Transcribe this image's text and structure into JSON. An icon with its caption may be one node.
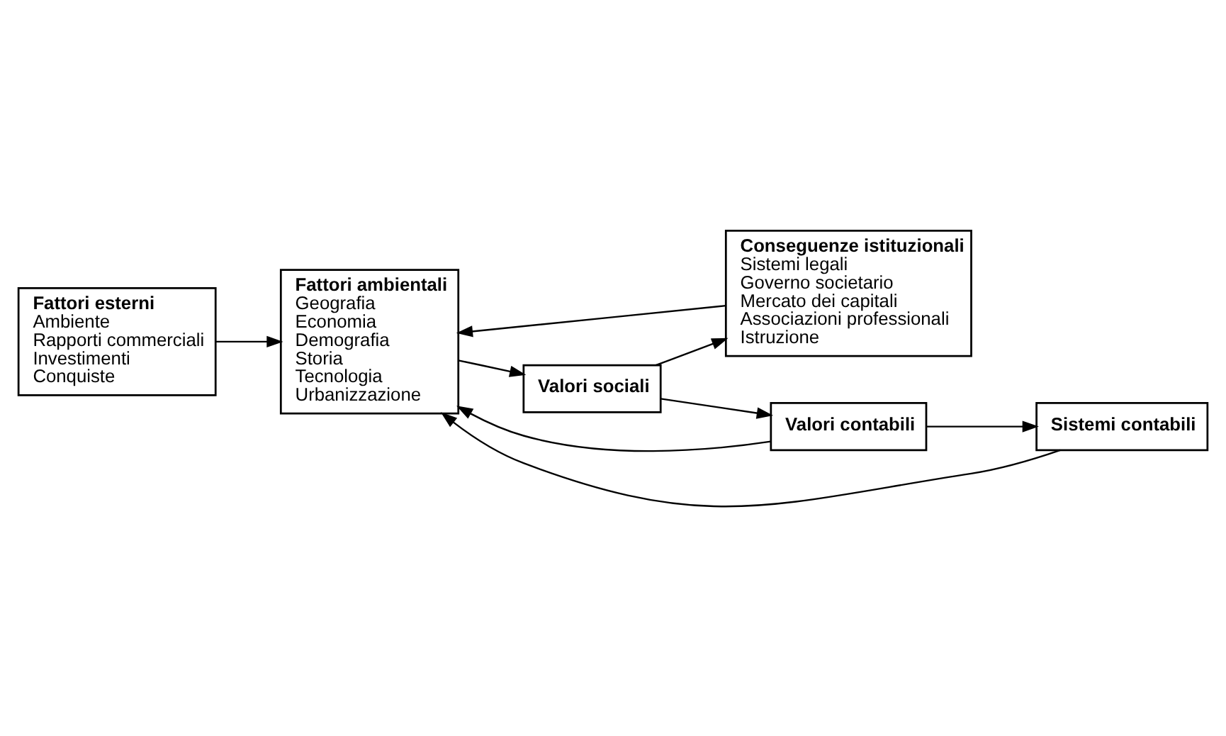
{
  "diagram": {
    "nodes": [
      {
        "text": [
          "Fattori esterni",
          "Ambiente",
          "Rapporti commerciali",
          "Investimenti",
          "Conquiste"
        ]
      },
      {
        "text": [
          "Conseguenze istituzionali",
          "Sistemi legali",
          "Governo societario",
          "Mercato dei capitali",
          "Associazioni professionali",
          "Istruzione"
        ]
      },
      {
        "text": [
          "Fattori ambientali",
          "Geografia",
          "Economia",
          "Demografia",
          "Storia",
          "Tecnologia",
          "Urbanizzazione"
        ]
      },
      {
        "text": [
          "Valori sociali"
        ]
      },
      {
        "text": [
          "Valori contabili"
        ]
      },
      {
        "text": [
          "Sistemi contabili"
        ]
      }
    ],
    "edges": [
      {
        "from": 0,
        "to": 2,
        "arrow": "to"
      },
      {
        "from": 2,
        "to": 3,
        "arrow": "to"
      },
      {
        "from": 3,
        "to": 1,
        "arrow": "to"
      },
      {
        "from": 3,
        "to": 4,
        "arrow": "to"
      },
      {
        "from": 4,
        "to": 5,
        "arrow": "to"
      },
      {
        "from": 1,
        "to": 2,
        "arrow": "to"
      },
      {
        "from": 4,
        "to": 2,
        "arrow": "to"
      },
      {
        "from": 5,
        "to": 2,
        "arrow": "to"
      }
    ]
  }
}
